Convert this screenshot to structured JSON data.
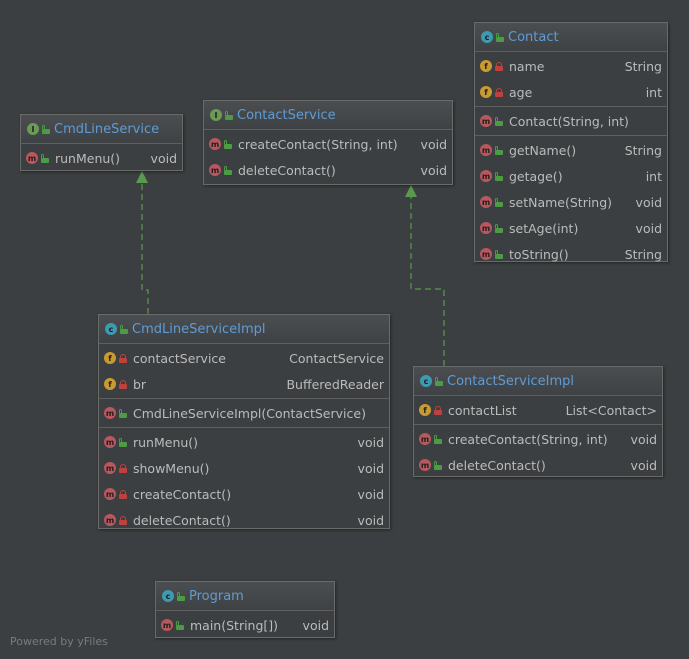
{
  "colors": {
    "background": "#3c3f41",
    "class_name": "#5f9bd4",
    "edge": "#5a9a4e",
    "class_icon": "#3d9ab0",
    "interface_icon": "#6a9a55",
    "field_icon": "#c99a32",
    "method_icon": "#b9575f"
  },
  "nodes": {
    "contact": {
      "kind": "c",
      "name": "Contact",
      "sections": [
        [
          {
            "kind": "f",
            "vis": "priv",
            "label": "name",
            "type": "String"
          },
          {
            "kind": "f",
            "vis": "priv",
            "label": "age",
            "type": "int"
          }
        ],
        [
          {
            "kind": "m",
            "vis": "pub",
            "label": "Contact(String, int)",
            "type": ""
          }
        ],
        [
          {
            "kind": "m",
            "vis": "pub",
            "label": "getName()",
            "type": "String"
          },
          {
            "kind": "m",
            "vis": "pub",
            "label": "getage()",
            "type": "int"
          },
          {
            "kind": "m",
            "vis": "pub",
            "label": "setName(String)",
            "type": "void"
          },
          {
            "kind": "m",
            "vis": "pub",
            "label": "setAge(int)",
            "type": "void"
          },
          {
            "kind": "m",
            "vis": "pub",
            "label": "toString()",
            "type": "String"
          }
        ]
      ]
    },
    "cmdLineService": {
      "kind": "i",
      "name": "CmdLineService",
      "sections": [
        [
          {
            "kind": "m",
            "vis": "pub",
            "label": "runMenu()",
            "type": "void"
          }
        ]
      ]
    },
    "contactService": {
      "kind": "i",
      "name": "ContactService",
      "sections": [
        [
          {
            "kind": "m",
            "vis": "pub",
            "label": "createContact(String, int)",
            "type": "void"
          },
          {
            "kind": "m",
            "vis": "pub",
            "label": "deleteContact()",
            "type": "void"
          }
        ]
      ]
    },
    "cmdLineServiceImpl": {
      "kind": "c",
      "name": "CmdLineServiceImpl",
      "sections": [
        [
          {
            "kind": "f",
            "vis": "priv",
            "label": "contactService",
            "type": "ContactService"
          },
          {
            "kind": "f",
            "vis": "priv",
            "label": "br",
            "type": "BufferedReader"
          }
        ],
        [
          {
            "kind": "m",
            "vis": "pub",
            "label": "CmdLineServiceImpl(ContactService)",
            "type": ""
          }
        ],
        [
          {
            "kind": "m",
            "vis": "pub",
            "label": "runMenu()",
            "type": "void"
          },
          {
            "kind": "m",
            "vis": "priv",
            "label": "showMenu()",
            "type": "void"
          },
          {
            "kind": "m",
            "vis": "priv",
            "label": "createContact()",
            "type": "void"
          },
          {
            "kind": "m",
            "vis": "priv",
            "label": "deleteContact()",
            "type": "void"
          }
        ]
      ]
    },
    "contactServiceImpl": {
      "kind": "c",
      "name": "ContactServiceImpl",
      "sections": [
        [
          {
            "kind": "f",
            "vis": "priv",
            "label": "contactList",
            "type": "List<Contact>"
          }
        ],
        [
          {
            "kind": "m",
            "vis": "pub",
            "label": "createContact(String, int)",
            "type": "void"
          },
          {
            "kind": "m",
            "vis": "pub",
            "label": "deleteContact()",
            "type": "void"
          }
        ]
      ]
    },
    "program": {
      "kind": "c",
      "name": "Program",
      "sections": [
        [
          {
            "kind": "m",
            "vis": "pub",
            "label": "main(String[])",
            "type": "void"
          }
        ]
      ]
    }
  },
  "edges": [
    {
      "from": "CmdLineServiceImpl",
      "to": "CmdLineService",
      "relation": "implements"
    },
    {
      "from": "ContactServiceImpl",
      "to": "ContactService",
      "relation": "implements"
    }
  ],
  "footer": "Powered by yFiles"
}
